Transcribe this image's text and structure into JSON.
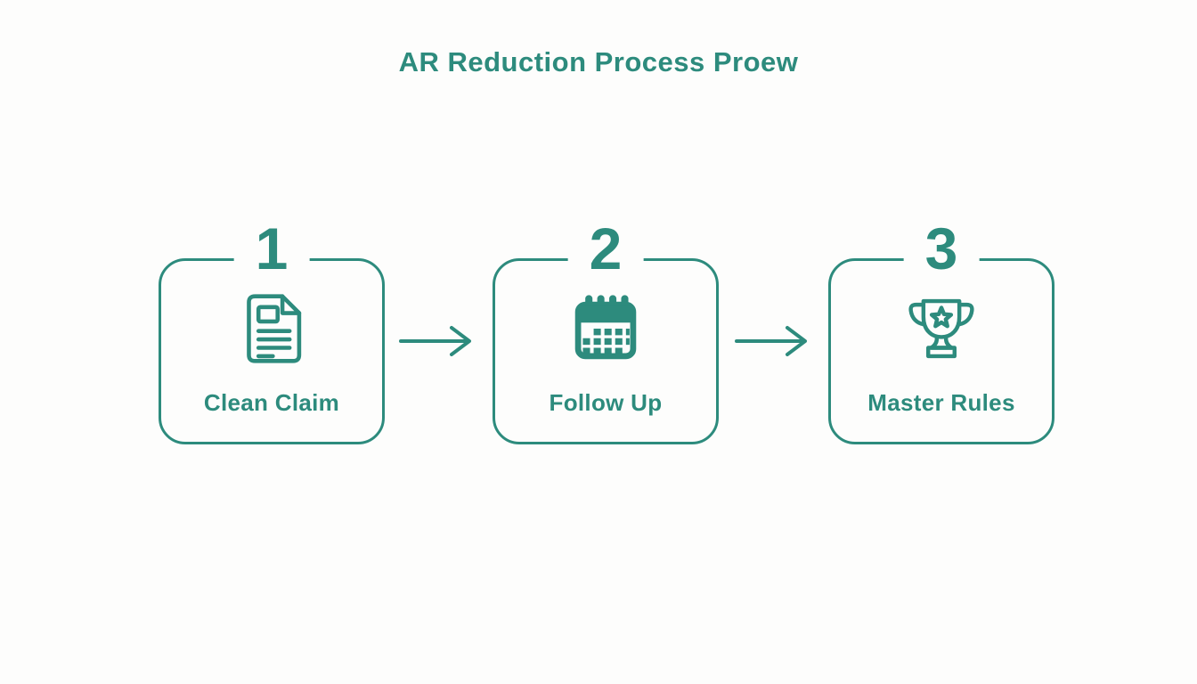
{
  "title": "AR Reduction Process Proew",
  "theme": {
    "accent": "#2D8B7D",
    "background": "#FDFDFC"
  },
  "steps": [
    {
      "number": "1",
      "label": "Clean Claim",
      "icon": "document-icon"
    },
    {
      "number": "2",
      "label": "Follow Up",
      "icon": "calendar-icon"
    },
    {
      "number": "3",
      "label": "Master Rules",
      "icon": "trophy-icon"
    }
  ],
  "connectors": [
    {
      "icon": "arrow-right-icon"
    },
    {
      "icon": "arrow-right-icon"
    }
  ]
}
